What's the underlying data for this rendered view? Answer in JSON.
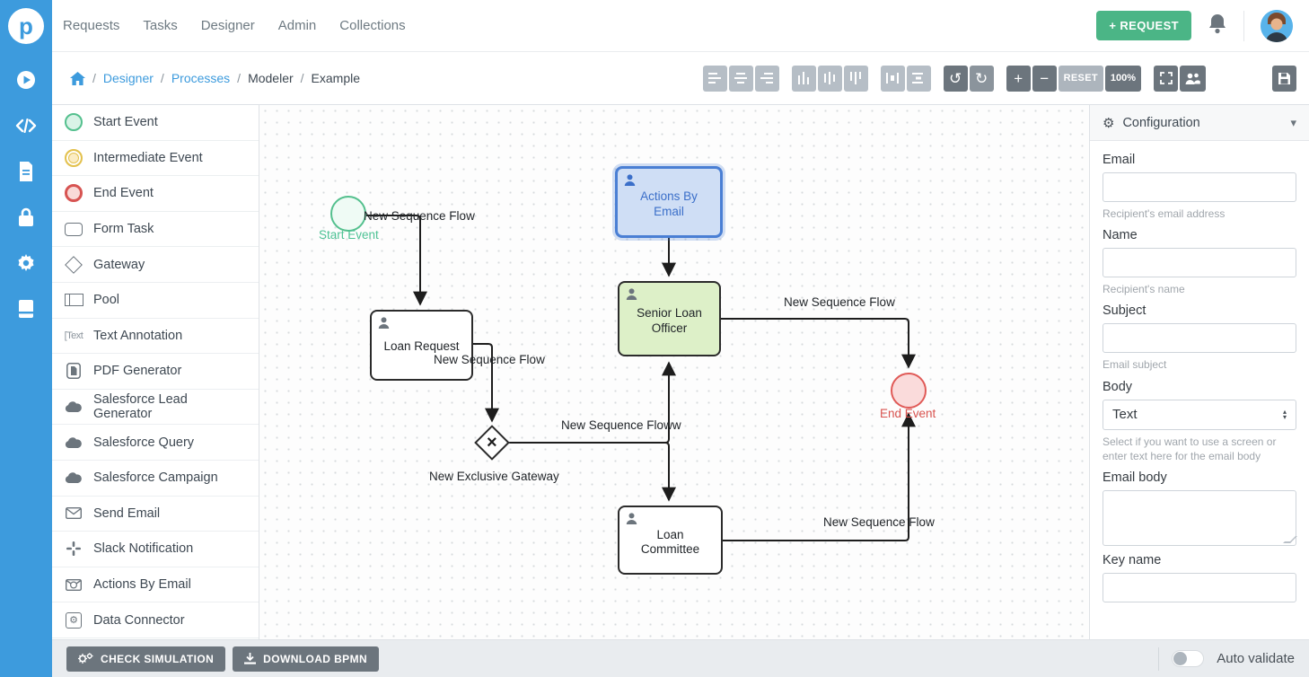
{
  "colors": {
    "sidebar_blue": "#3d9bdd",
    "request_green": "#4bb586",
    "selected_node_border": "#4a7fd4",
    "selected_node_fill": "#cfdef5",
    "green_task_fill": "#ddf0c8",
    "start_event_green": "#54c08e",
    "end_event_red": "#d9534f",
    "toolbar_gray": "#6c757d"
  },
  "nav": {
    "menu": [
      {
        "label": "Requests"
      },
      {
        "label": "Tasks"
      },
      {
        "label": "Designer"
      },
      {
        "label": "Admin"
      },
      {
        "label": "Collections"
      }
    ],
    "request_button": "+ REQUEST"
  },
  "breadcrumb": {
    "items": [
      {
        "label": "Designer"
      },
      {
        "label": "Processes"
      },
      {
        "label": "Modeler"
      },
      {
        "label": "Example"
      }
    ]
  },
  "toolbar": {
    "reset_label": "RESET",
    "zoom_level": "100%",
    "undo_glyph": "↺",
    "redo_glyph": "↻",
    "plus_glyph": "+",
    "minus_glyph": "−"
  },
  "palette": {
    "items": [
      {
        "label": "Start Event"
      },
      {
        "label": "Intermediate Event"
      },
      {
        "label": "End Event"
      },
      {
        "label": "Form Task"
      },
      {
        "label": "Gateway"
      },
      {
        "label": "Pool"
      },
      {
        "label": "Text Annotation",
        "icon_text": "[Text"
      },
      {
        "label": "PDF Generator"
      },
      {
        "label": "Salesforce Lead Generator"
      },
      {
        "label": "Salesforce Query"
      },
      {
        "label": "Salesforce Campaign"
      },
      {
        "label": "Send Email"
      },
      {
        "label": "Slack Notification"
      },
      {
        "label": "Actions By Email"
      },
      {
        "label": "Data Connector"
      }
    ]
  },
  "canvas": {
    "nodes": {
      "start_event": {
        "label": "Start Event"
      },
      "loan_request": {
        "label": "Loan Request"
      },
      "actions_by_email": {
        "label": "Actions By\nEmail"
      },
      "senior_loan_officer": {
        "label": "Senior Loan\nOfficer"
      },
      "gateway": {
        "label": "New Exclusive Gateway",
        "glyph": "×"
      },
      "loan_committee": {
        "label": "Loan\nCommittee"
      },
      "end_event": {
        "label": "End Event"
      }
    },
    "flow_labels": {
      "start_to_loan_request": "New Sequence Flow",
      "loan_request_to_gateway": "New Sequence Flow",
      "gateway_branch": "New Sequence Floww",
      "officer_to_end": "New Sequence Flow",
      "committee_to_end": "New Sequence Flow"
    }
  },
  "config_panel": {
    "title": "Configuration",
    "fields": {
      "email": {
        "label": "Email",
        "value": "",
        "help": "Recipient's email address"
      },
      "name": {
        "label": "Name",
        "value": "",
        "help": "Recipient's name"
      },
      "subject": {
        "label": "Subject",
        "value": "",
        "help": "Email subject"
      },
      "body": {
        "label": "Body",
        "selected": "Text",
        "help": "Select if you want to use a screen or enter text here for the email body"
      },
      "email_body": {
        "label": "Email body",
        "value": ""
      },
      "key_name": {
        "label": "Key name",
        "value": ""
      }
    }
  },
  "footer": {
    "check_simulation": "CHECK SIMULATION",
    "download_bpmn": "DOWNLOAD BPMN",
    "auto_validate": "Auto validate"
  }
}
